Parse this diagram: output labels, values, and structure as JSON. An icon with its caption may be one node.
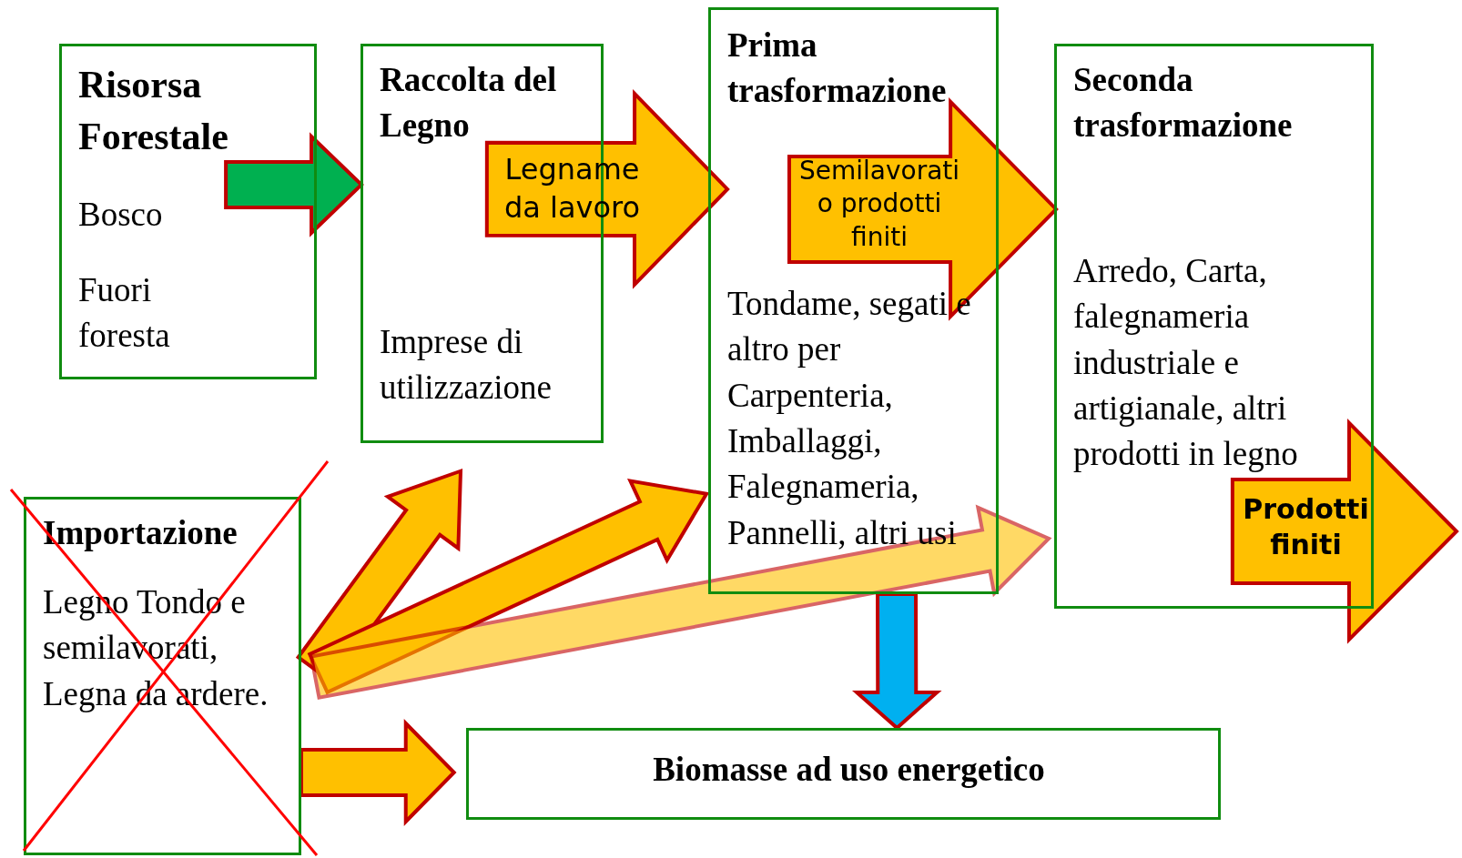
{
  "diagram": {
    "nodes": [
      {
        "text": [
          "Risorsa Forestale",
          "Bosco",
          "Fuori foresta"
        ]
      },
      {
        "text": [
          "Raccolta del Legno",
          "Imprese di utilizzazione"
        ]
      },
      {
        "text": [
          "Prima trasformazione",
          "Tondame, segati e altro per Carpenteria, Imballaggi, Falegnameria, Pannelli, altri usi"
        ]
      },
      {
        "text": [
          "Seconda trasformazione",
          "Arredo, Carta, falegnameria industriale e artigianale, altri prodotti in legno"
        ]
      },
      {
        "text": [
          "Importazione",
          "Legno Tondo e semilavorati, Legna da ardere."
        ]
      },
      {
        "text": [
          "Biomasse ad uso energetico"
        ]
      }
    ],
    "edges": [
      {
        "from": 0,
        "to": 1,
        "arrow": "to",
        "color": "#00b050"
      },
      {
        "from": 1,
        "to": 2,
        "arrow": "to",
        "label": "Legname da lavoro"
      },
      {
        "from": 2,
        "to": 3,
        "arrow": "to",
        "label": "Semilavorati o prodotti finiti"
      },
      {
        "from": 3,
        "to": null,
        "arrow": "to",
        "label": "Prodotti finiti"
      },
      {
        "from": 2,
        "to": 5,
        "arrow": "to",
        "color": "#00b0f0"
      },
      {
        "from": 4,
        "to": 1,
        "arrow": "to"
      },
      {
        "from": 4,
        "to": 2,
        "arrow": "to"
      },
      {
        "from": 4,
        "to": 3,
        "arrow": "to"
      },
      {
        "from": 4,
        "to": 5,
        "arrow": "to"
      }
    ]
  }
}
